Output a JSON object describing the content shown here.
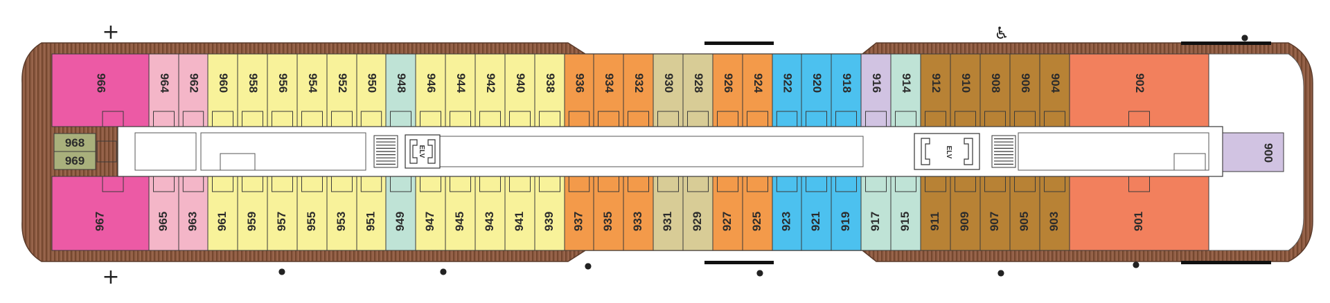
{
  "deck_plan": {
    "colors": {
      "hull": "#8a5a44",
      "hull_stripe": "#6f4332",
      "corridor": "#ffffff",
      "outline": "#3a3a3a",
      "magenta": "#ec5aa5",
      "pink": "#f4b6c8",
      "yellow": "#f8f29a",
      "mint": "#bfe3d6",
      "orange": "#f39a4a",
      "khaki": "#d8cc96",
      "sky": "#4cc1ef",
      "lavender": "#d1c3e2",
      "bronze": "#b88235",
      "salmon": "#f2805d",
      "olive": "#a9b07c"
    },
    "top_row": [
      {
        "num": "966",
        "color": "magenta"
      },
      {
        "num": "964",
        "color": "pink"
      },
      {
        "num": "962",
        "color": "pink"
      },
      {
        "num": "960",
        "color": "yellow"
      },
      {
        "num": "958",
        "color": "yellow"
      },
      {
        "num": "956",
        "color": "yellow"
      },
      {
        "num": "954",
        "color": "yellow"
      },
      {
        "num": "952",
        "color": "yellow"
      },
      {
        "num": "950",
        "color": "yellow"
      },
      {
        "num": "948",
        "color": "mint"
      },
      {
        "num": "946",
        "color": "yellow"
      },
      {
        "num": "944",
        "color": "yellow"
      },
      {
        "num": "942",
        "color": "yellow"
      },
      {
        "num": "940",
        "color": "yellow"
      },
      {
        "num": "938",
        "color": "yellow"
      },
      {
        "num": "936",
        "color": "orange"
      },
      {
        "num": "934",
        "color": "orange"
      },
      {
        "num": "932",
        "color": "orange"
      },
      {
        "num": "930",
        "color": "khaki"
      },
      {
        "num": "928",
        "color": "khaki"
      },
      {
        "num": "926",
        "color": "orange"
      },
      {
        "num": "924",
        "color": "orange"
      },
      {
        "num": "922",
        "color": "sky"
      },
      {
        "num": "920",
        "color": "sky"
      },
      {
        "num": "918",
        "color": "sky"
      },
      {
        "num": "916",
        "color": "lavender"
      },
      {
        "num": "914",
        "color": "mint"
      },
      {
        "num": "912",
        "color": "bronze"
      },
      {
        "num": "910",
        "color": "bronze"
      },
      {
        "num": "908",
        "color": "bronze"
      },
      {
        "num": "906",
        "color": "bronze"
      },
      {
        "num": "904",
        "color": "bronze"
      },
      {
        "num": "902",
        "color": "salmon"
      }
    ],
    "bottom_row": [
      {
        "num": "967",
        "color": "magenta"
      },
      {
        "num": "965",
        "color": "pink"
      },
      {
        "num": "963",
        "color": "pink"
      },
      {
        "num": "961",
        "color": "yellow"
      },
      {
        "num": "959",
        "color": "yellow"
      },
      {
        "num": "957",
        "color": "yellow"
      },
      {
        "num": "955",
        "color": "yellow"
      },
      {
        "num": "953",
        "color": "yellow"
      },
      {
        "num": "951",
        "color": "yellow"
      },
      {
        "num": "949",
        "color": "mint"
      },
      {
        "num": "947",
        "color": "yellow"
      },
      {
        "num": "945",
        "color": "yellow"
      },
      {
        "num": "943",
        "color": "yellow"
      },
      {
        "num": "941",
        "color": "yellow"
      },
      {
        "num": "939",
        "color": "yellow"
      },
      {
        "num": "937",
        "color": "orange"
      },
      {
        "num": "935",
        "color": "orange"
      },
      {
        "num": "933",
        "color": "orange"
      },
      {
        "num": "931",
        "color": "khaki"
      },
      {
        "num": "929",
        "color": "khaki"
      },
      {
        "num": "927",
        "color": "orange"
      },
      {
        "num": "925",
        "color": "orange"
      },
      {
        "num": "923",
        "color": "sky"
      },
      {
        "num": "921",
        "color": "sky"
      },
      {
        "num": "919",
        "color": "sky"
      },
      {
        "num": "917",
        "color": "mint"
      },
      {
        "num": "915",
        "color": "mint"
      },
      {
        "num": "911",
        "color": "bronze"
      },
      {
        "num": "909",
        "color": "bronze"
      },
      {
        "num": "907",
        "color": "bronze"
      },
      {
        "num": "905",
        "color": "bronze"
      },
      {
        "num": "903",
        "color": "bronze"
      },
      {
        "num": "901",
        "color": "salmon"
      }
    ],
    "stern_cabins": [
      {
        "num": "968",
        "color": "olive"
      },
      {
        "num": "969",
        "color": "olive"
      }
    ],
    "bow_center_cabin": {
      "num": "900",
      "color": "lavender"
    },
    "elevator_label": "ELV",
    "symbols": {
      "cross": "+",
      "wheelchair": "♿",
      "dot": "●"
    }
  }
}
